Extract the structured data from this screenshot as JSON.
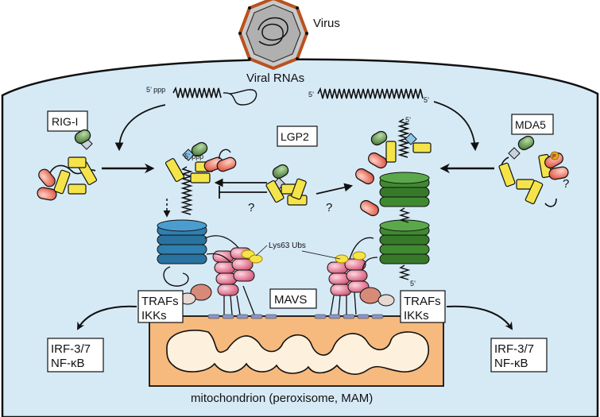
{
  "labels": {
    "virus": "Virus",
    "viral_rnas": "Viral RNAs",
    "ppp_left": "5’ ppp",
    "five_prime_right_a": "5’",
    "five_prime_right_b": "5’",
    "five_prime_mda5_top": "5’",
    "five_prime_mda5_bottom": "5’",
    "rig_i": "RIG-I",
    "mda5": "MDA5",
    "lgp2": "LGP2",
    "ppp_bound": "5’ ppp",
    "question_mark": "?",
    "lys63": "Lys63 Ubs",
    "mavs": "MAVS",
    "trafs": "TRAFs",
    "ikks": "IKKs",
    "irf": "IRF-3/7",
    "nfkb": "NF-κB",
    "mitochondrion": "mitochondrion (peroxisome, MAM)",
    "phospho": "P"
  },
  "colors": {
    "cytoplasm": "#d6eaf6",
    "mito_outer": "#f6b97e",
    "mito_inner": "#fdf0dc",
    "card": "#f08a7a",
    "helicase": "#f4e44a",
    "ctd": "#6a9a55",
    "filament_blue": "#2f7fb0",
    "filament_green": "#3f8a30",
    "mavs_card": "#e88aa0",
    "membrane_protein": "#8a96c8"
  }
}
